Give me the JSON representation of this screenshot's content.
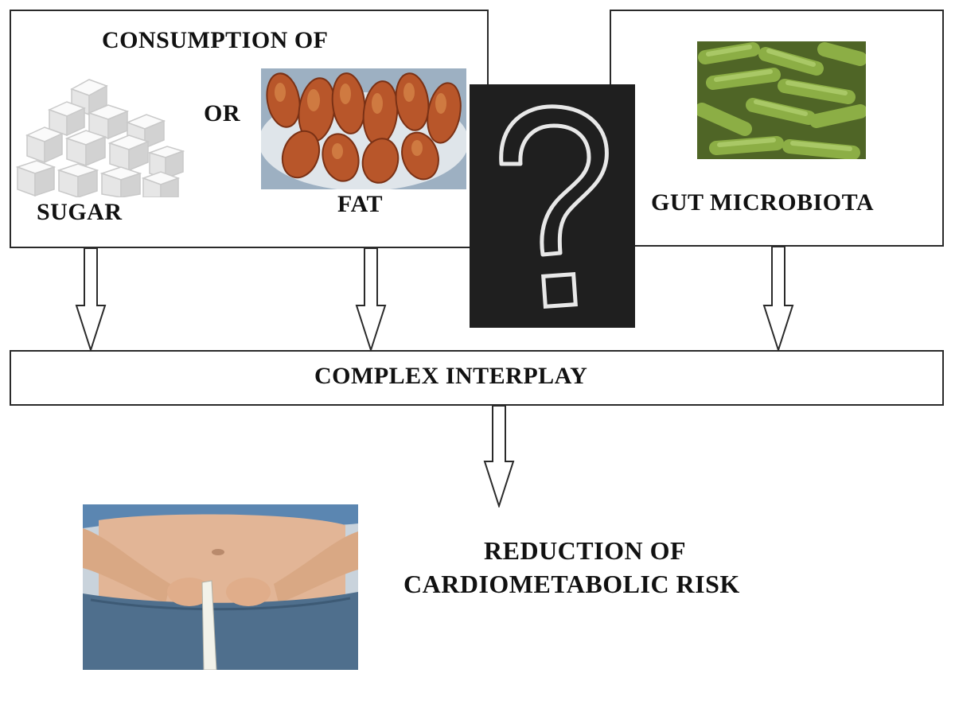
{
  "consumption_box": {
    "title": "CONSUMPTION OF",
    "or_label": "OR",
    "sugar_label": "SUGAR",
    "fat_label": "FAT"
  },
  "microbiota_box": {
    "label": "GUT MICROBIOTA"
  },
  "interplay_box": {
    "label": "COMPLEX INTERPLAY"
  },
  "outcome": {
    "line1": "REDUCTION OF",
    "line2": "CARDIOMETABOLIC RISK"
  },
  "illustrations": {
    "sugar": "sugar-cubes-photo",
    "fat": "fried-chicken-photo",
    "question": "question-mark-chalkboard",
    "bacteria": "rod-bacteria-micrograph",
    "belly": "waist-measuring-tape-photo"
  },
  "colors": {
    "line": "#2a2a2a",
    "chalkboard": "#1f1f1f",
    "chalk": "#e8e8e8",
    "bacteria": "#8cae45",
    "chicken": "#b8562a",
    "skin": "#e2b596",
    "jeans": "#4f6f8d"
  }
}
